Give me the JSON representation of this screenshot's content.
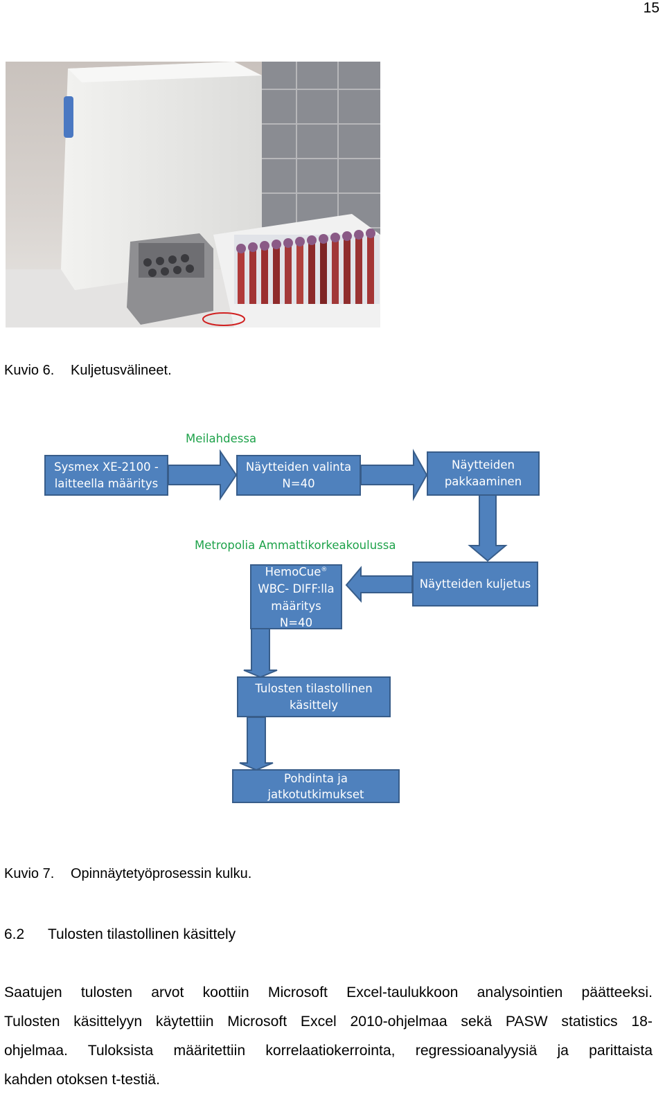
{
  "page_number": "15",
  "figure6": {
    "number": "Kuvio 6.",
    "caption": "Kuljetusvälineet."
  },
  "figure7": {
    "number": "Kuvio 7.",
    "caption": "Opinnäytetyöprosessin kulku."
  },
  "flowchart": {
    "location1": "Meilahdessa",
    "location2": "Metropolia Ammattikorkeakoulussa",
    "box1": {
      "line1": "Sysmex XE-2100 -",
      "line2": "laitteella määritys"
    },
    "box2": {
      "line1": "Näytteiden valinta",
      "line2": "N=40"
    },
    "box3": {
      "line1": "Näytteiden",
      "line2": "pakkaaminen"
    },
    "box4": {
      "line1": "Näytteiden kuljetus"
    },
    "box5": {
      "line1": "HemoCue",
      "sup": "®",
      "line2": "WBC- DIFF:lla",
      "line3": "määritys",
      "line4": "N=40"
    },
    "box6": {
      "line1": "Tulosten tilastollinen",
      "line2": "käsittely"
    },
    "box7": {
      "line1": "Pohdinta ja",
      "line2": "jatkotutkimukset"
    }
  },
  "section": {
    "number": "6.2",
    "title": "Tulosten tilastollinen käsittely"
  },
  "paragraph": [
    "Saatujen tulosten arvot koottiin Microsoft Excel-taulukkoon analysointien päätteeksi.",
    "Tulosten käsittelyyn käytettiin Microsoft Excel 2010-ohjelmaa sekä PASW statistics 18-",
    "ohjelmaa. Tuloksista määritettiin korrelaatiokerrointa, regressioanalyysiä ja parittaista",
    "kahden otoksen t-testiä."
  ]
}
